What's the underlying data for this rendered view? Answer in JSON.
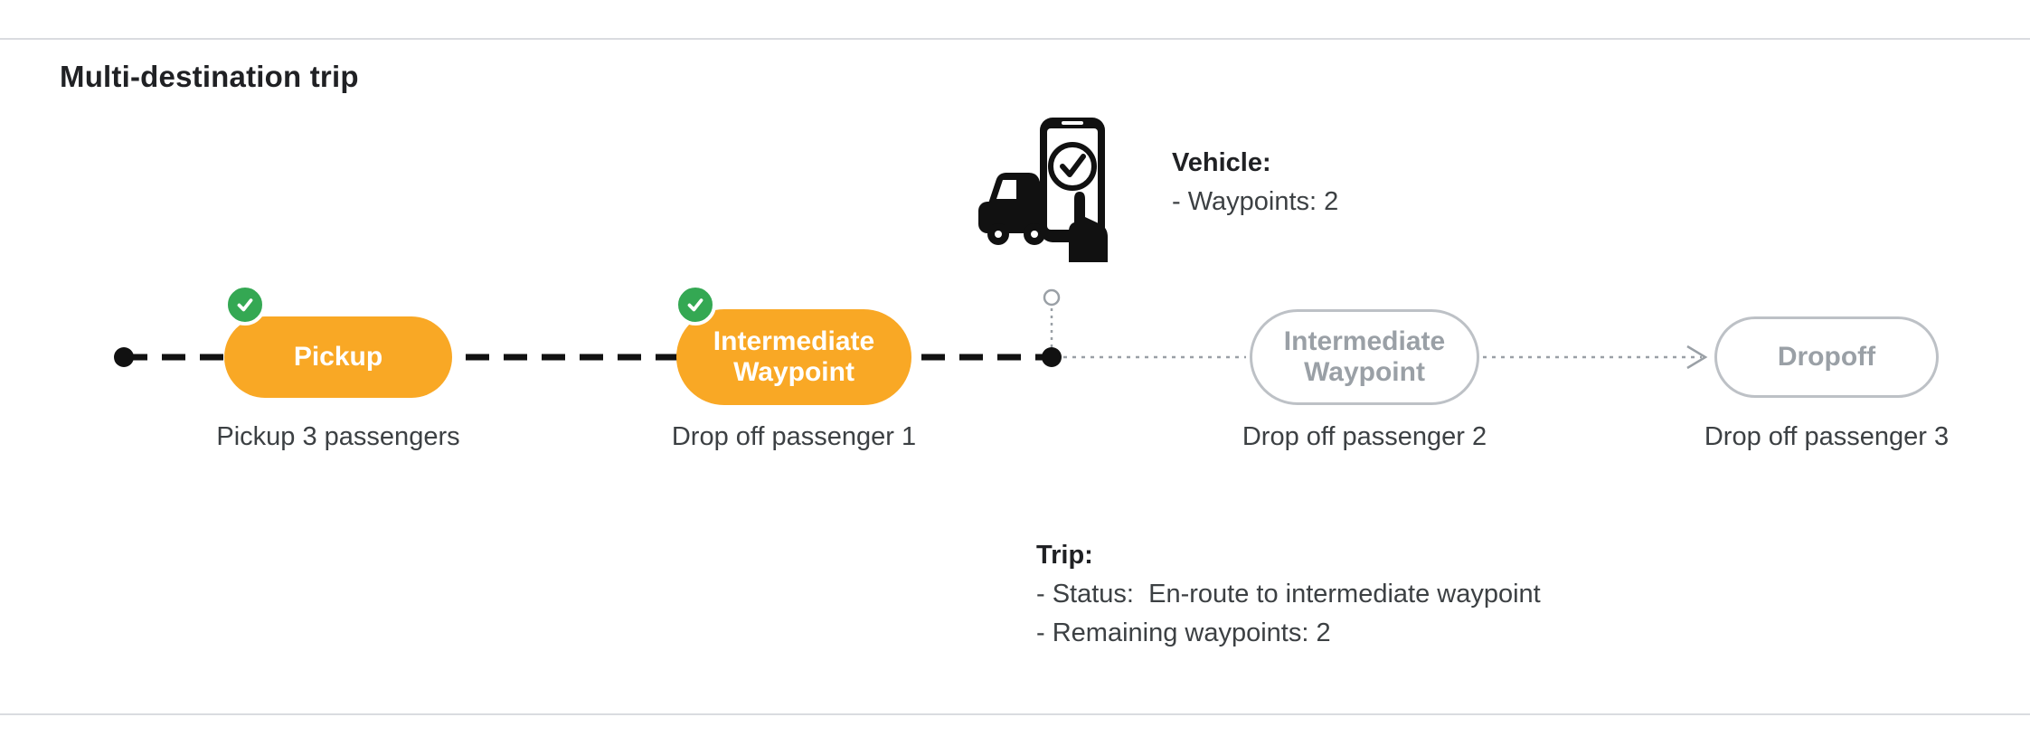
{
  "page": {
    "title": "Multi-destination trip"
  },
  "colors": {
    "accent_orange": "#F9A825",
    "completed_green": "#34A853",
    "upcoming_border_gray": "#BDC1C6",
    "upcoming_text_gray": "#9AA0A6",
    "route_black": "#111111",
    "caption_text": "#3C4043",
    "heading_text": "#202124",
    "divider": "#DADCE0"
  },
  "timeline": {
    "stops": [
      {
        "label": "Pickup",
        "caption": "Pickup 3 passengers",
        "state": "completed"
      },
      {
        "label": "Intermediate Waypoint",
        "caption": "Drop off passenger 1",
        "state": "completed"
      },
      {
        "label": "Intermediate Waypoint",
        "caption": "Drop off passenger 2",
        "state": "upcoming"
      },
      {
        "label": "Dropoff",
        "caption": "Drop off passenger 3",
        "state": "upcoming"
      }
    ]
  },
  "vehicle_info": {
    "heading": "Vehicle:",
    "lines": [
      "- Waypoints: 2"
    ]
  },
  "trip_info": {
    "heading": "Trip:",
    "lines": [
      "- Status:  En-route to intermediate waypoint",
      "- Remaining waypoints: 2"
    ]
  },
  "icons": {
    "vehicle": "car-with-phone-check-icon",
    "completed_badge": "check-circle-icon",
    "current_position": "current-position-dot",
    "arrow": "arrow-right-icon"
  }
}
